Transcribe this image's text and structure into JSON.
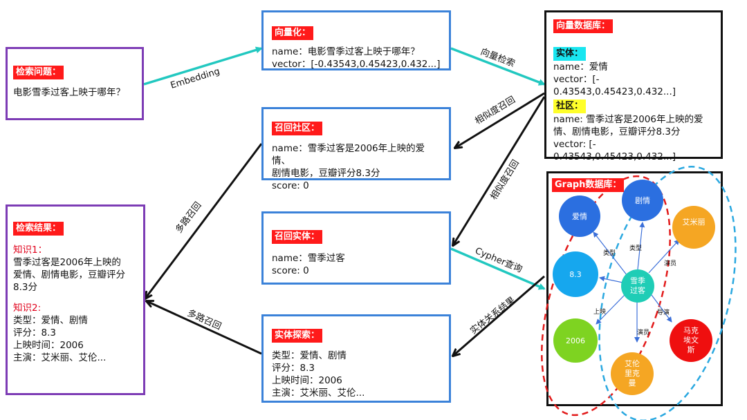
{
  "query_box": {
    "tag": "检索问题：",
    "text": "电影雪季过客上映于哪年？"
  },
  "vectorize_box": {
    "tag": "向量化：",
    "name_line": "name：电影雪季过客上映于哪年？",
    "vector_line": "vector：[-0.43543,0.45423,0.432...]"
  },
  "vector_db_box": {
    "tag": "向量数据库：",
    "entity_tag": "实体：",
    "entity_name": "name：爱情",
    "entity_vector_1": "vector：[-",
    "entity_vector_2": "0.43543,0.45423,0.432...]",
    "community_tag": "社区：",
    "community_name_1": "name: 雪季过客是2006年上映的爱",
    "community_name_2": "情、剧情电影，豆瓣评分8.3分",
    "community_vector_1": "vector: [-",
    "community_vector_2": "0.43543,0.45423,0.432...]"
  },
  "recall_community_box": {
    "tag": "召回社区：",
    "name_1": "name：雪季过客是2006年上映的爱情、",
    "name_2": "剧情电影，豆瓣评分8.3分",
    "score": "score: 0"
  },
  "recall_entity_box": {
    "tag": "召回实体：",
    "name": "name：雪季过客",
    "score": "score: 0"
  },
  "entity_explore_box": {
    "tag": "实体探索：",
    "l1": "类型：爱情、剧情",
    "l2": "评分：8.3",
    "l3": "上映时间：2006",
    "l4": "主演：艾米丽、艾伦..."
  },
  "result_box": {
    "tag": "检索结果：",
    "k1_title": "知识1：",
    "k1_l1": "雪季过客是2006年上映的",
    "k1_l2": "爱情、剧情电影，豆瓣评分",
    "k1_l3": "8.3分",
    "k2_title": "知识2:",
    "k2_l1": "类型：爱情、剧情",
    "k2_l2": "评分：8.3",
    "k2_l3": "上映时间：2006",
    "k2_l4": "主演：艾米丽、艾伦..."
  },
  "graph_db": {
    "tag": "Graph数据库：",
    "nodes": {
      "love": "爱情",
      "drama": "剧情",
      "emily": "艾米丽",
      "score": "8.3",
      "center_1": "雪季",
      "center_2": "过客",
      "year": "2006",
      "mark_1": "马克",
      "mark_2": "埃文",
      "mark_3": "斯",
      "alan_1": "艾伦",
      "alan_2": "里克",
      "alan_3": "曼"
    },
    "relations": {
      "type1": "类型",
      "type2": "类型",
      "actor1": "演员",
      "release": "上映",
      "director": "导演",
      "actor2": "演员"
    }
  },
  "edges": {
    "embedding": "Embedding",
    "vector_search": "向量检索",
    "similar_recall_1": "相似度召回",
    "similar_recall_2": "相似度召回",
    "multi_recall_1": "多路召回",
    "multi_recall_2": "多路召回",
    "cypher": "Cypher查询",
    "relation_result": "实体关系结果"
  },
  "colors": {
    "purple": "#7d3cb5",
    "blue": "#3b82d9",
    "red_tag": "#ff1a1a",
    "teal_arrow": "#22c8c0"
  }
}
